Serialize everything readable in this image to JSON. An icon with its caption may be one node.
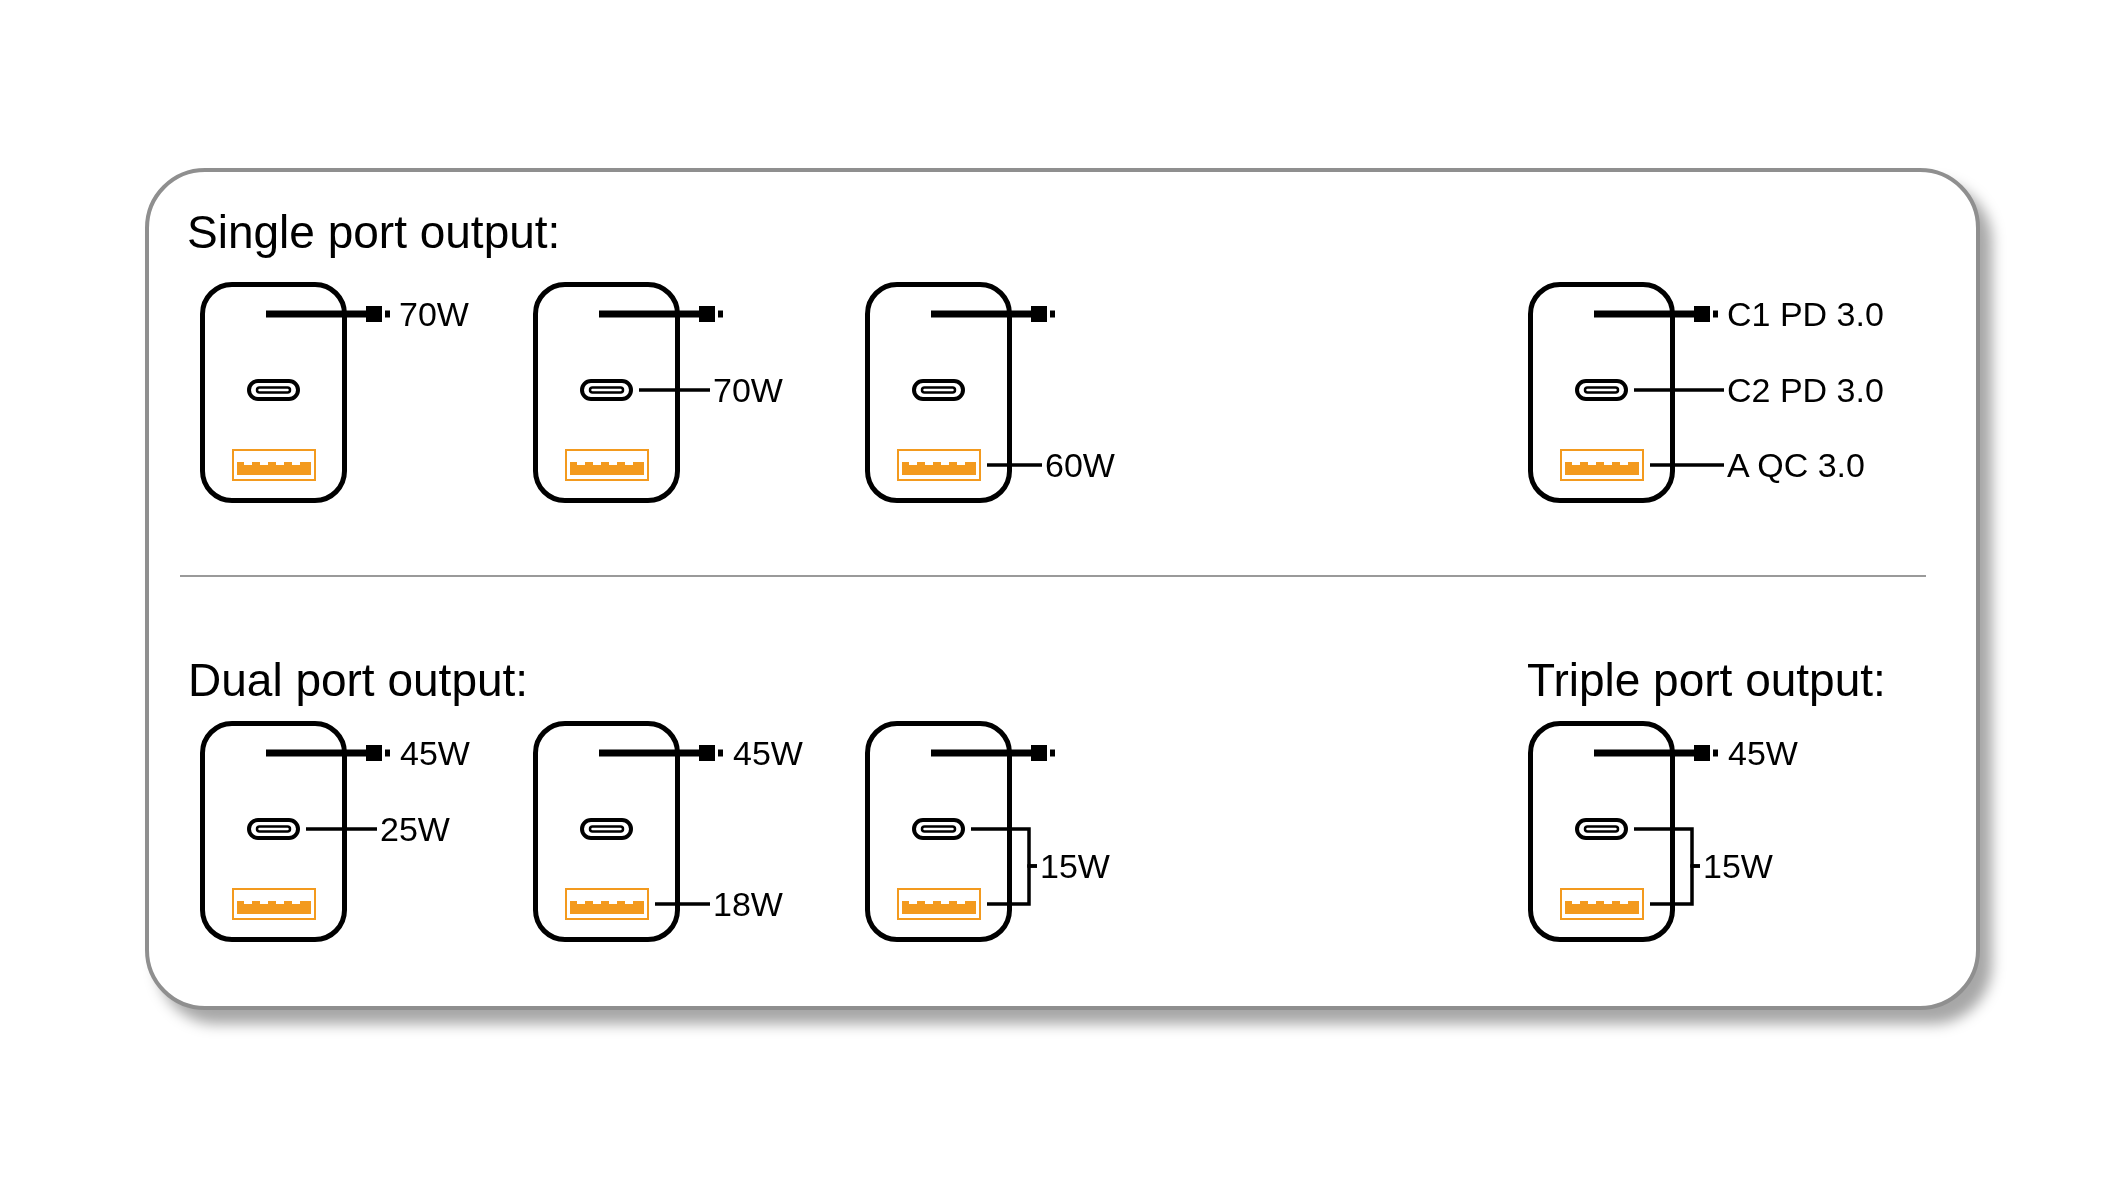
{
  "diagram": {
    "nodes": [
      {
        "text": [],
        "shape": "box"
      },
      {
        "text": [],
        "shape": "box",
        "in": 0
      },
      {
        "text": [],
        "shape": "box",
        "in": 0
      },
      {
        "text": [],
        "shape": "box"
      },
      {
        "text": [],
        "shape": "box",
        "in": 3
      },
      {
        "text": [],
        "shape": "box",
        "in": 3
      },
      {
        "text": [
          "70W"
        ]
      },
      {
        "text": [],
        "shape": "box"
      },
      {
        "text": [],
        "shape": "box",
        "in": 7
      },
      {
        "text": [],
        "shape": "box",
        "in": 7
      },
      {
        "text": [
          "60W"
        ]
      },
      {
        "text": [],
        "shape": "box"
      },
      {
        "text": [],
        "shape": "box",
        "in": 11
      },
      {
        "text": [],
        "shape": "box",
        "in": 11
      },
      {
        "text": [
          "C2 PD 3.0"
        ]
      },
      {
        "text": [
          "A QC 3.0"
        ]
      },
      {
        "text": [],
        "shape": "box"
      },
      {
        "text": [],
        "shape": "box",
        "in": 16
      },
      {
        "text": [],
        "shape": "box",
        "in": 16
      },
      {
        "text": [
          "25W"
        ]
      },
      {
        "text": [],
        "shape": "box"
      },
      {
        "text": [],
        "shape": "box",
        "in": 20
      },
      {
        "text": [],
        "shape": "box",
        "in": 20
      },
      {
        "text": [
          "18W"
        ]
      },
      {
        "text": [],
        "shape": "box"
      },
      {
        "text": [],
        "shape": "box",
        "in": 24
      },
      {
        "text": [],
        "shape": "box",
        "in": 24
      },
      {
        "text": [
          "15W"
        ]
      },
      {
        "text": [],
        "shape": "box"
      },
      {
        "text": [],
        "shape": "box",
        "in": 28
      },
      {
        "text": [],
        "shape": "box",
        "in": 28
      },
      {
        "text": [
          "15W"
        ]
      }
    ],
    "edges": [
      {
        "from": 6,
        "to": 4,
        "arrow": "none"
      },
      {
        "from": 10,
        "to": 9,
        "arrow": "none"
      },
      {
        "from": 14,
        "to": 12,
        "arrow": "none"
      },
      {
        "from": 15,
        "to": 13,
        "arrow": "none"
      },
      {
        "from": 19,
        "to": 17,
        "arrow": "none"
      },
      {
        "from": 23,
        "to": 22,
        "arrow": "none"
      },
      {
        "from": 27,
        "to": 25,
        "arrow": "none"
      },
      {
        "from": 27,
        "to": 26,
        "arrow": "none"
      },
      {
        "from": 31,
        "to": 29,
        "arrow": "none"
      },
      {
        "from": 31,
        "to": 30,
        "arrow": "none"
      }
    ],
    "labels": [
      "Single port output:",
      "70W",
      "C1 PD 3.0",
      "Dual port output:",
      "Triple port output:",
      "45W",
      "45W",
      "45W"
    ]
  }
}
